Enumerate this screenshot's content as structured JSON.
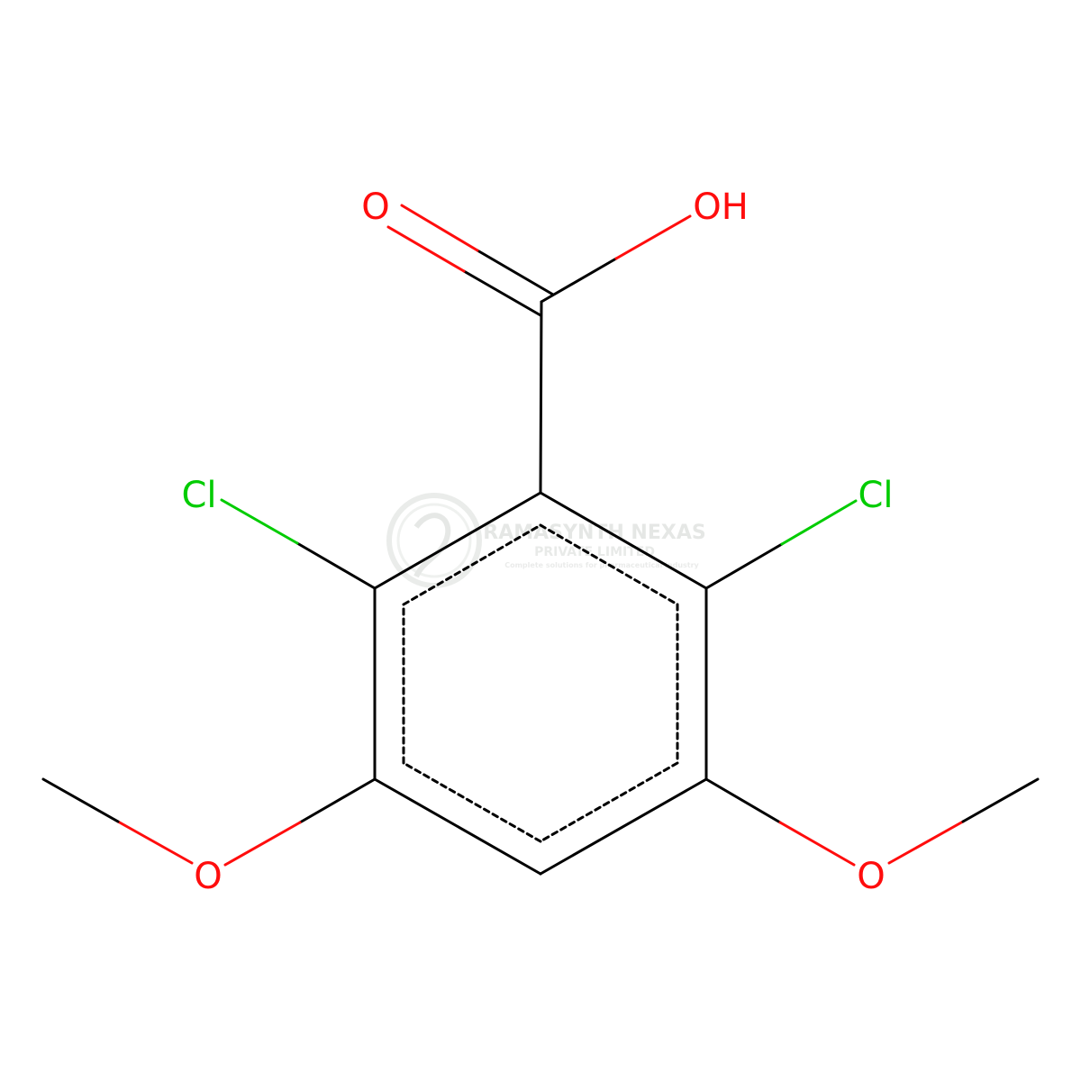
{
  "atoms": {
    "carbonyl_o": {
      "label": "O",
      "color": "#ff0d0d"
    },
    "hydroxyl": {
      "label": "OH",
      "color": "#ff0d0d"
    },
    "cl_left": {
      "label": "Cl",
      "color": "#00cc00"
    },
    "cl_right": {
      "label": "Cl",
      "color": "#00cc00"
    },
    "methoxy_o_left": {
      "label": "O",
      "color": "#ff0d0d"
    },
    "methoxy_o_right": {
      "label": "O",
      "color": "#ff0d0d"
    }
  },
  "colors": {
    "bond": "#000000",
    "oxygen": "#ff0d0d",
    "chlorine": "#00cc00",
    "watermark": "#d4d8d4"
  },
  "watermark": {
    "company": "RAMASYNTH NEXAS",
    "subtitle": "PRIVATE LIMITED",
    "tagline": "Complete solutions for pharmaceutical industry"
  }
}
